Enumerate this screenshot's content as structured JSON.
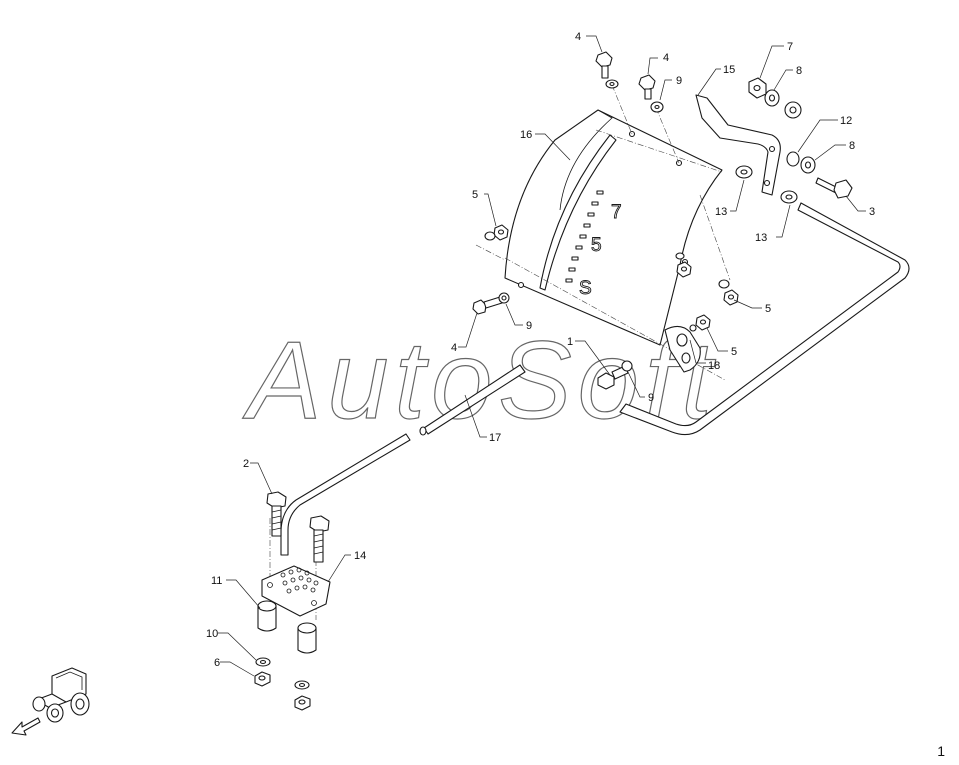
{
  "watermark": "AutoSoft",
  "page_number": "1",
  "callouts": [
    {
      "id": "c-4a",
      "text": "4"
    },
    {
      "id": "c-4b",
      "text": "4"
    },
    {
      "id": "c-9a",
      "text": "9"
    },
    {
      "id": "c-15",
      "text": "15"
    },
    {
      "id": "c-7",
      "text": "7"
    },
    {
      "id": "c-8a",
      "text": "8"
    },
    {
      "id": "c-12",
      "text": "12"
    },
    {
      "id": "c-8b",
      "text": "8"
    },
    {
      "id": "c-3",
      "text": "3"
    },
    {
      "id": "c-16",
      "text": "16"
    },
    {
      "id": "c-5a",
      "text": "5"
    },
    {
      "id": "c-13a",
      "text": "13"
    },
    {
      "id": "c-13b",
      "text": "13"
    },
    {
      "id": "c-5b",
      "text": "5"
    },
    {
      "id": "c-4c",
      "text": "4"
    },
    {
      "id": "c-9b",
      "text": "9"
    },
    {
      "id": "c-1",
      "text": "1"
    },
    {
      "id": "c-5c",
      "text": "5"
    },
    {
      "id": "c-18",
      "text": "18"
    },
    {
      "id": "c-9c",
      "text": "9"
    },
    {
      "id": "c-17",
      "text": "17"
    },
    {
      "id": "c-2",
      "text": "2"
    },
    {
      "id": "c-14",
      "text": "14"
    },
    {
      "id": "c-11",
      "text": "11"
    },
    {
      "id": "c-10",
      "text": "10"
    },
    {
      "id": "c-6",
      "text": "6"
    }
  ],
  "gear_marks": [
    "7",
    "5",
    "S"
  ],
  "icons": {
    "orientation": "tractor-orientation-icon",
    "direction": "direction-arrow-icon"
  }
}
